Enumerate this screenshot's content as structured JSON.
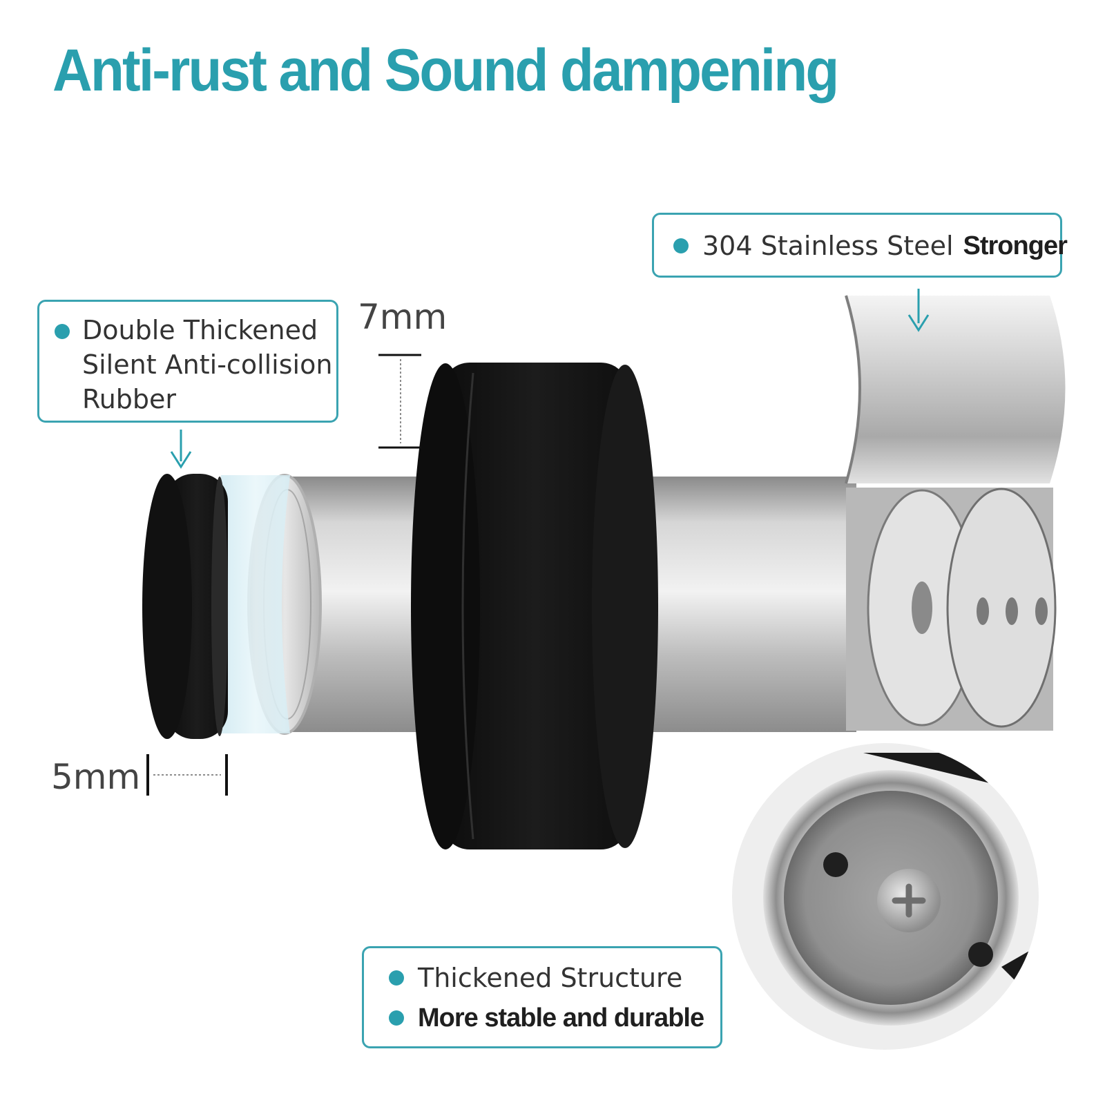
{
  "headline": "Anti-rust and Sound dampening",
  "colors": {
    "accent": "#2a9fae",
    "callout_border": "#3aa3b1",
    "rubber": "#111111",
    "steel": "#c9c9c9"
  },
  "callouts": {
    "rubber": {
      "lines": [
        "Double Thickened",
        "Silent  Anti-collision",
        "Rubber"
      ]
    },
    "steel": {
      "regular": "304 Stainless Steel",
      "bold": "Stronger"
    },
    "structure": {
      "line1": "Thickened Structure",
      "line2": "More stable and durable"
    }
  },
  "dimensions": {
    "top": "7mm",
    "left": "5mm"
  },
  "icons": [
    "arrow-down-icon",
    "bullet-dot-icon",
    "screw-icon"
  ]
}
